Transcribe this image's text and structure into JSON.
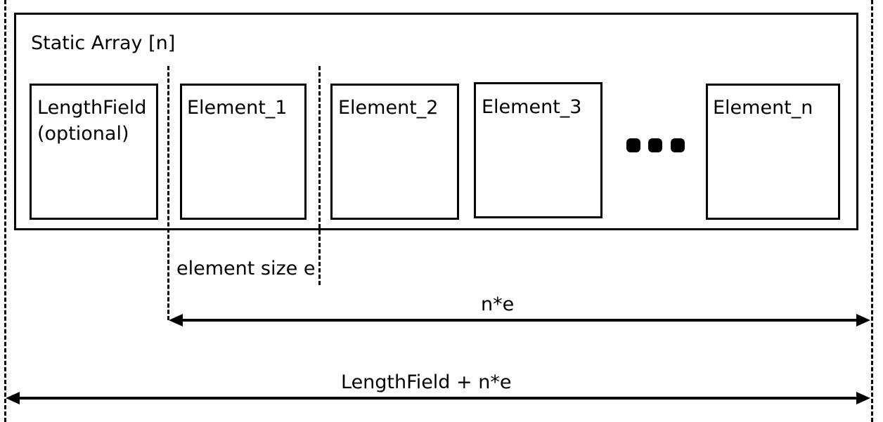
{
  "diagram": {
    "container_title": "Static Array [n]",
    "length_field": {
      "line1": "LengthField",
      "line2": "(optional)"
    },
    "elements": [
      "Element_1",
      "Element_2",
      "Element_3",
      "Element_n"
    ],
    "element_size_label": "element size e",
    "n_times_e_label": "n*e",
    "total_label": "LengthField + n*e"
  }
}
